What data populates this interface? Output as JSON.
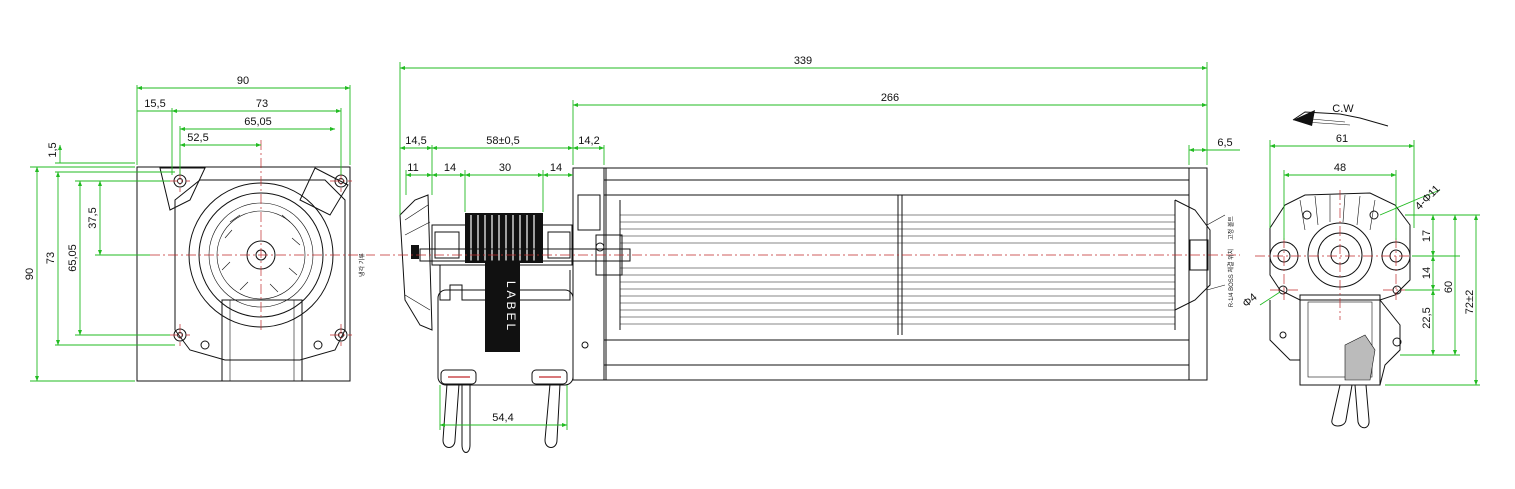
{
  "front_view": {
    "dims": {
      "overall_width": "90",
      "hole_spacing": "73",
      "side_offset": "15,5",
      "hole_diameter_spacing": "65,05",
      "half_spacing": "52,5",
      "top_gap": "1,5",
      "overall_height": "90",
      "vertical_holes": "73",
      "vertical_diameter": "65,05",
      "center_height": "37,5"
    }
  },
  "side_view": {
    "dims": {
      "total_length": "339",
      "impeller_length": "266",
      "motor_left": "14,5",
      "motor_body": "58±0,5",
      "bearing_gap": "14,2",
      "end_gap": "6,5",
      "sub_11": "11",
      "sub_14a": "14",
      "sub_30": "30",
      "sub_14b": "14",
      "wire_spacing": "54,4"
    },
    "motor_label": "LABEL",
    "note_left": "냉각 기류",
    "note_right_top": "고정 볼트",
    "note_right_bottom": "R-1/4 BOSS 체결 위치"
  },
  "end_view": {
    "rotation": "C.W",
    "dims": {
      "width_61": "61",
      "width_48": "48",
      "holes": "4-Φ11",
      "hole_dia": "Φ4",
      "d17": "17",
      "d14": "14",
      "d22_5": "22,5",
      "d60": "60",
      "d72": "72±2"
    }
  },
  "colors": {
    "dimension": "#22bb22",
    "outline": "#111111",
    "centerline": "#c0282a"
  }
}
